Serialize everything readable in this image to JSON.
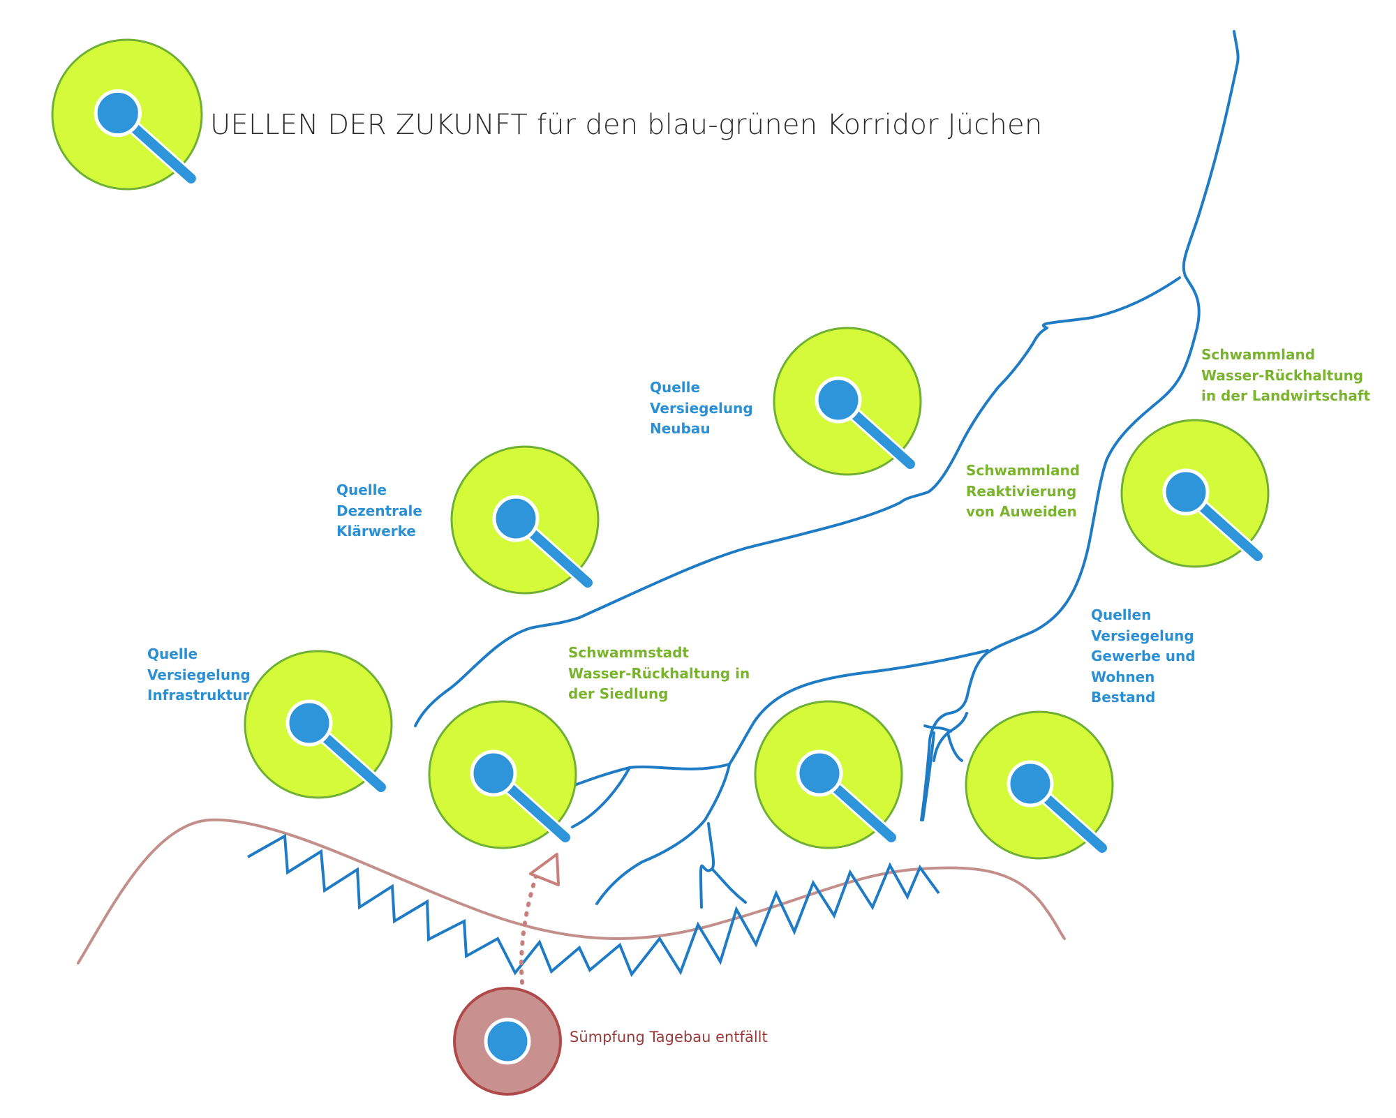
{
  "title": "UELLEN DER ZUKUNFT für den blau-grünen Korridor Jüchen",
  "colors": {
    "lime_fill": "#d4fa3a",
    "lime_stroke": "#6fb034",
    "water_blue": "#2f95db",
    "river_blue": "#1f7cc4",
    "terrain_rose": "#c28f8b",
    "pit_fill": "#c99090",
    "pit_stroke": "#b04a4a",
    "label_blue": "#2a8fd3",
    "label_green": "#7ab32e",
    "label_red": "#9a3b3b"
  },
  "labels": {
    "versiegelung_neubau": [
      "Quelle",
      "Versiegelung",
      "Neubau"
    ],
    "dezentrale_klaerwerke": [
      "Quelle",
      "Dezentrale",
      "Klärwerke"
    ],
    "versiegelung_infrastruktur": [
      "Quelle",
      "Versiegelung",
      "Infrastruktur"
    ],
    "schwammstadt": [
      "Schwammstadt",
      "Wasser-Rückhaltung in",
      "der Siedlung"
    ],
    "schwammland_auweiden": [
      "Schwammland",
      "Reaktivierung",
      "von Auweiden"
    ],
    "schwammland_landwirtschaft": [
      "Schwammland",
      "Wasser-Rückhaltung",
      "in der Landwirtschaft"
    ],
    "versiegelung_gewerbe": [
      "Quellen",
      "Versiegelung",
      "Gewerbe und",
      "Wohnen",
      "Bestand"
    ],
    "suempfung": "Sümpfung Tagebau entfällt"
  },
  "icons": {
    "source_marker": "magnifier-source-icon",
    "pit_marker": "pit-source-icon",
    "arrow": "dotted-arrow-icon"
  }
}
